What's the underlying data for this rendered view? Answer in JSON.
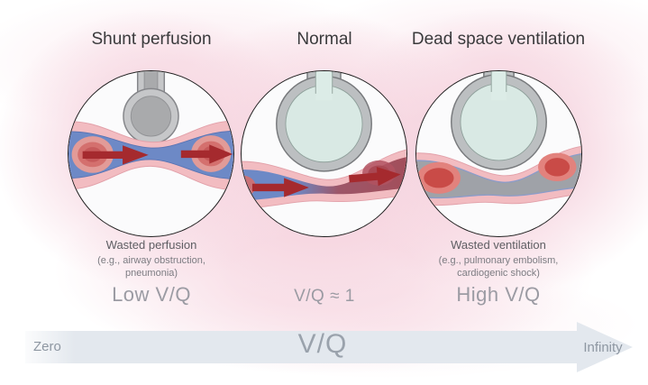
{
  "panels": [
    {
      "title": "Shunt perfusion",
      "caption_title": "Wasted perfusion",
      "caption_line1": "(e.g., airway obstruction,",
      "caption_line2": "pneumonia)",
      "vq_label": "Low V/Q"
    },
    {
      "title": "Normal",
      "vq_label": "V/Q ≈ 1"
    },
    {
      "title": "Dead space ventilation",
      "caption_title": "Wasted ventilation",
      "caption_line1": "(e.g., pulmonary embolism,",
      "caption_line2": "cardiogenic shock)",
      "vq_label": "High V/Q"
    }
  ],
  "axis": {
    "left_label": "Zero",
    "center_label": "V/Q",
    "right_label": "Infinity"
  },
  "colors": {
    "background_pink": "#f5d0dc",
    "vessel_wall_pink": "#f2bcc1",
    "deoxygenated_blue": "#6d89c6",
    "oxygenated_red": "#a34d59",
    "flow_arrow_red": "#a52a2e",
    "red_blood_cell": "#d4706e",
    "alveolus_air_mint": "#d9e9e4",
    "alveolus_wall_gray": "#bcbfc1",
    "collapsed_gray": "#a9aaac",
    "blocked_lumen_gray": "#9fa2a8",
    "axis_arrow_gray": "#e3e8ee",
    "axis_text_gray": "#8e97a2"
  }
}
